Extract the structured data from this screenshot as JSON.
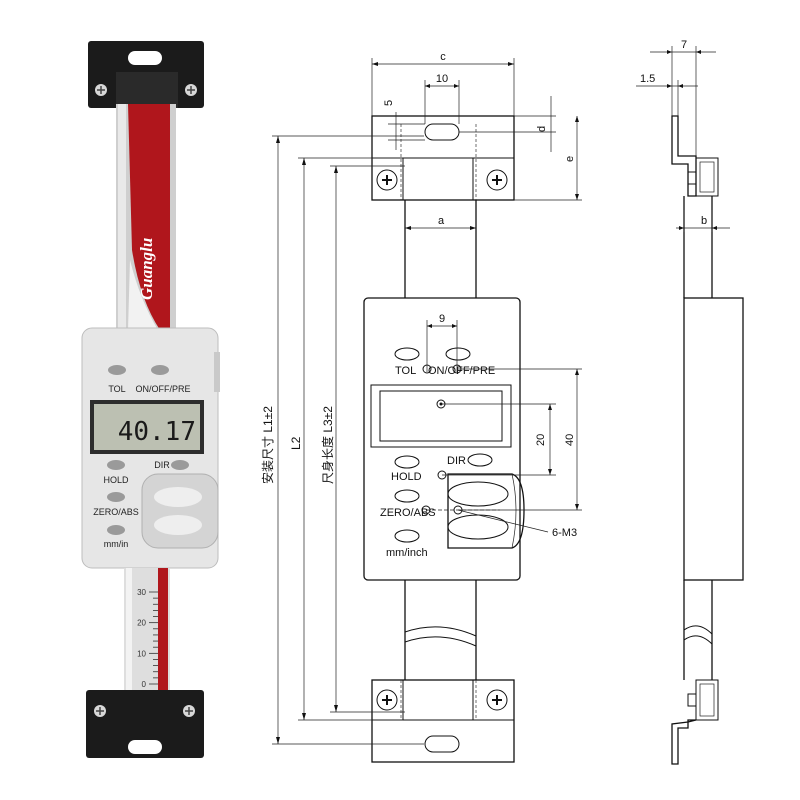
{
  "photo": {
    "brand": "Guanglu",
    "display_value": "40.17",
    "buttons": {
      "tol": "TOL",
      "on_off_pre": "ON/OFF/PRE",
      "hold": "HOLD",
      "dir": "DIR",
      "zero_abs": "ZERO/ABS",
      "mm_in": "mm/in"
    },
    "scale_ticks": [
      "30",
      "20",
      "10",
      "0"
    ]
  },
  "front_view": {
    "dims": {
      "c": "c",
      "ten": "10",
      "five": "5",
      "d": "d",
      "e": "e",
      "a": "a",
      "nine": "9",
      "twenty": "20",
      "forty": "40",
      "thread": "6-M3"
    },
    "lengths": {
      "install_size": "安装尺寸 L1±2",
      "l2": "L2",
      "body_length": "尺身长度 L3±2"
    },
    "buttons": {
      "tol": "TOL",
      "on_off_pre": "ON/OFF/PRE",
      "dir": "DIR",
      "hold": "HOLD",
      "zero_abs": "ZERO/ABS",
      "mm_inch": "mm/inch"
    }
  },
  "side_view": {
    "dims": {
      "seven": "7",
      "one_five": "1.5",
      "b": "b"
    }
  }
}
